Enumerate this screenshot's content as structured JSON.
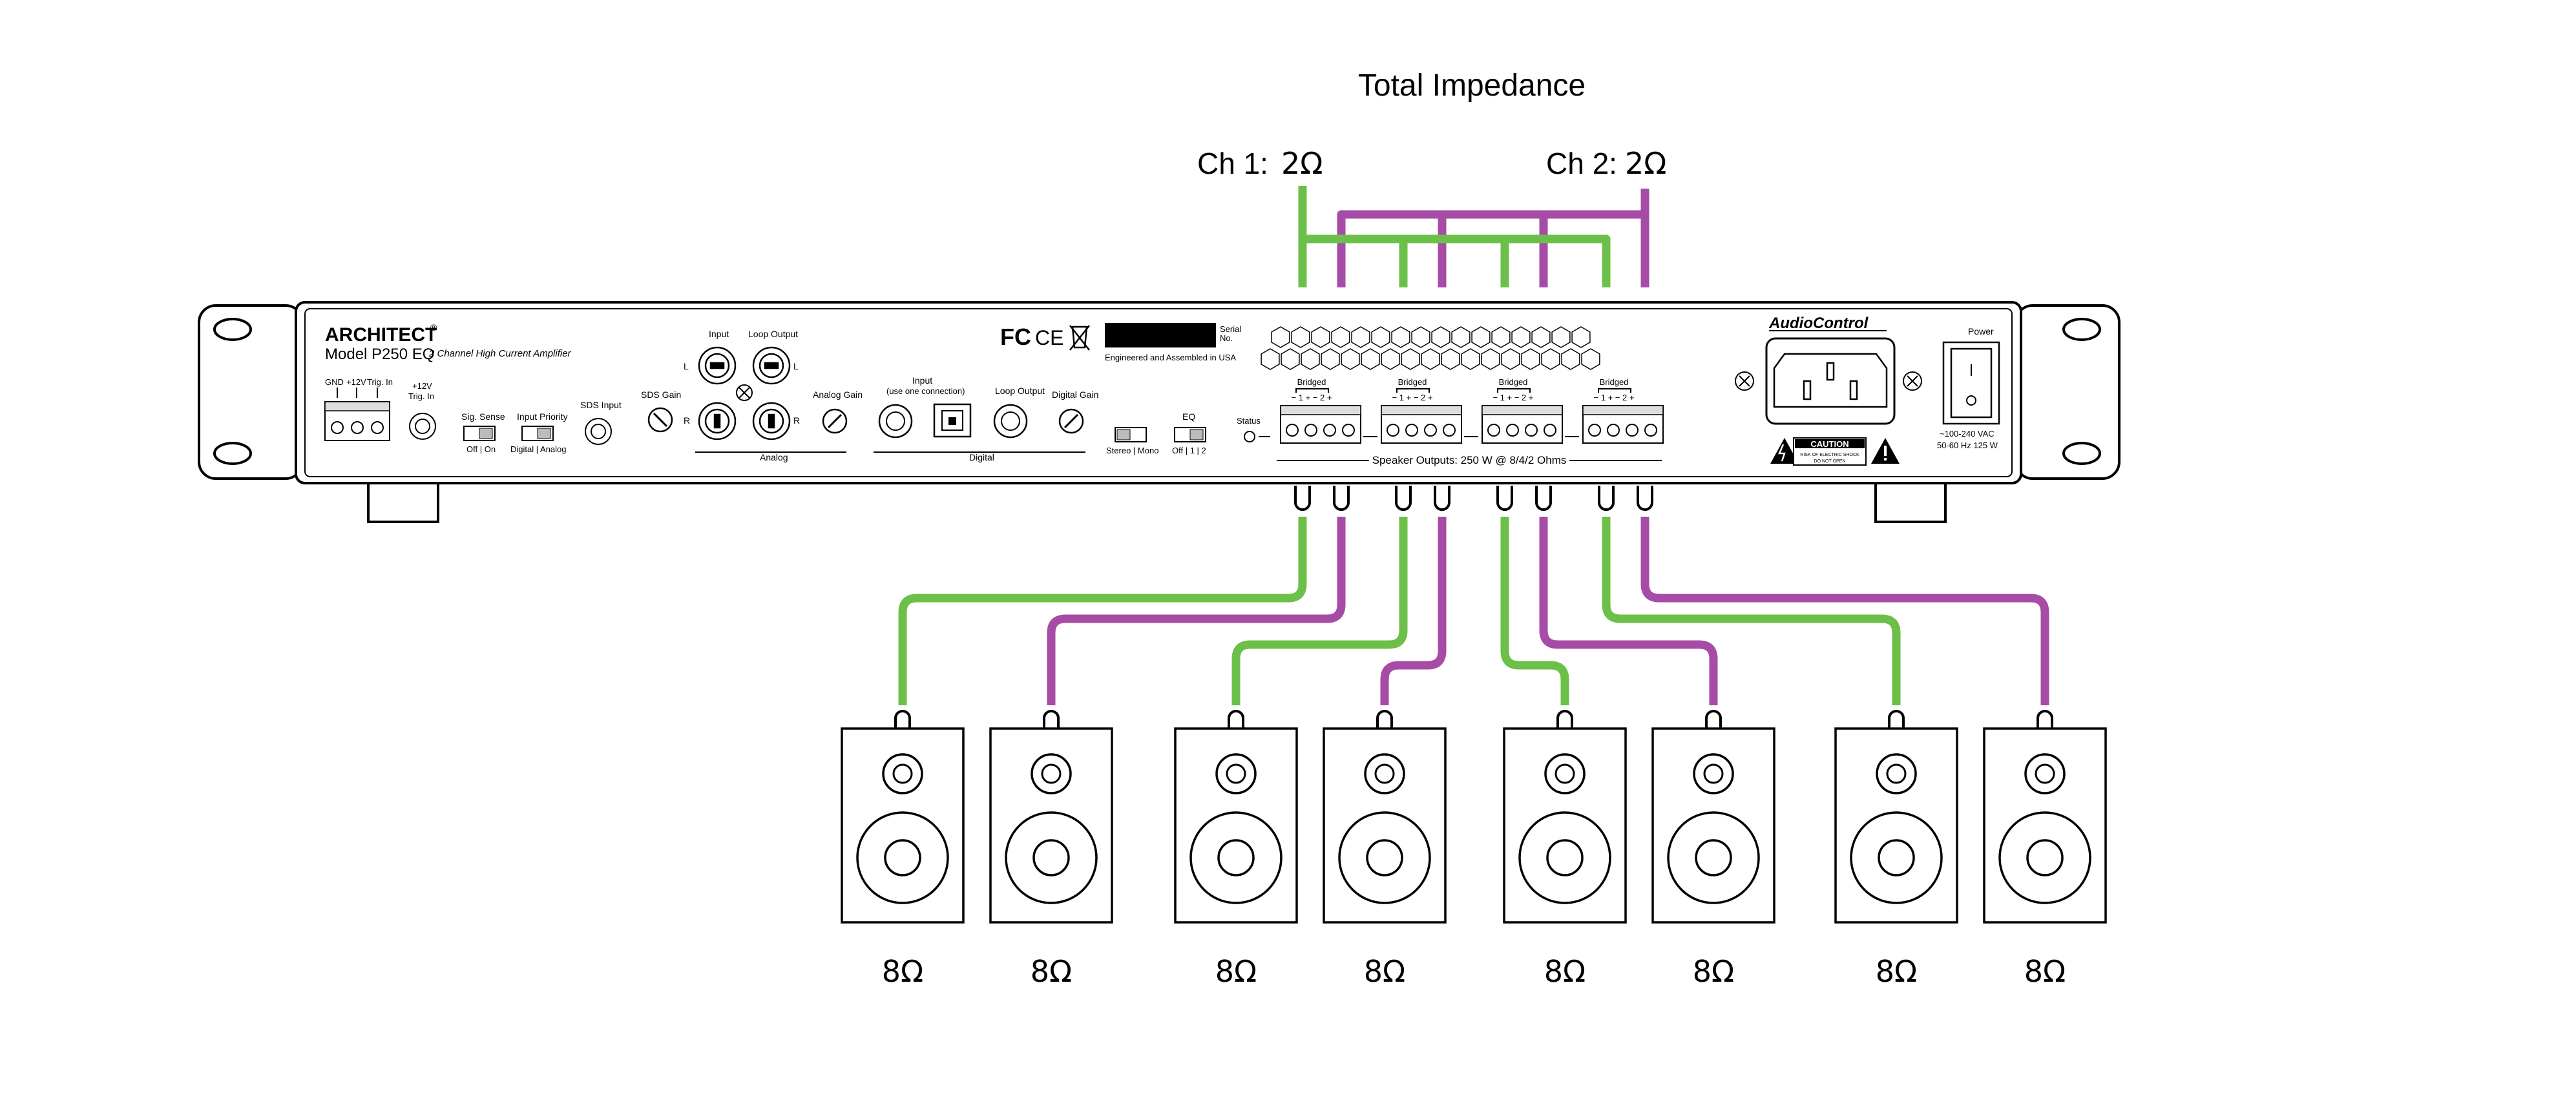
{
  "colors": {
    "green": "#6cc04a",
    "purple": "#a64ca6",
    "line": "#000000",
    "panel_bg": "#ffffff"
  },
  "header": {
    "title": "Total Impedance",
    "ch1_label": "Ch 1:",
    "ch1_value": "2Ω",
    "ch2_label": "Ch 2:",
    "ch2_value": "2Ω"
  },
  "amp": {
    "brand": "ARCHITECT",
    "brand_mark": "®",
    "model": "Model P250 EQ",
    "subtitle": "2 Channel High Current Amplifier",
    "trig_labels": [
      "GND",
      "+12V",
      "Trig. In"
    ],
    "trig12v_label_1": "+12V",
    "trig12v_label_2": "Trig. In",
    "sig_sense_label": "Sig. Sense",
    "sig_sense_values": "Off | On",
    "input_priority_label": "Input Priority",
    "input_priority_values": "Digital | Analog",
    "sds_input_label": "SDS Input",
    "sds_gain_label": "SDS Gain",
    "analog_input_label": "Input",
    "analog_loop_label": "Loop Output",
    "left_label": "L",
    "right_label": "R",
    "analog_gain_label": "Analog Gain",
    "analog_section": "Analog",
    "digital_input_label": "Input",
    "digital_input_note": "(use one connection)",
    "digital_loop_label": "Loop Output",
    "digital_gain_label": "Digital Gain",
    "digital_section": "Digital",
    "stereo_mono_label": "Stereo | Mono",
    "eq_label": "EQ",
    "eq_values": "Off | 1 | 2",
    "fcc_mark": "FC",
    "ce_mark": "CE",
    "serial_label_1": "Serial",
    "serial_label_2": "No.",
    "engineered": "Engineered and Assembled in USA",
    "status_label": "Status",
    "bridged_label": "Bridged",
    "terminal_marks": "− 1 +  − 2 +",
    "speaker_outputs": "Speaker Outputs: 250 W @ 8/4/2 Ohms",
    "audiocontrol_logo": "AudioControl",
    "caution_title": "CAUTION",
    "caution_line1": "RISK OF ELECTRIC SHOCK",
    "caution_line2": "DO NOT OPEN",
    "power_label": "Power",
    "voltage": "~100-240 VAC",
    "freq_power": "50-60 Hz 125 W"
  },
  "speakers": [
    {
      "impedance": "8Ω",
      "wire": "green"
    },
    {
      "impedance": "8Ω",
      "wire": "purple"
    },
    {
      "impedance": "8Ω",
      "wire": "green"
    },
    {
      "impedance": "8Ω",
      "wire": "purple"
    },
    {
      "impedance": "8Ω",
      "wire": "green"
    },
    {
      "impedance": "8Ω",
      "wire": "purple"
    },
    {
      "impedance": "8Ω",
      "wire": "green"
    },
    {
      "impedance": "8Ω",
      "wire": "purple"
    }
  ]
}
